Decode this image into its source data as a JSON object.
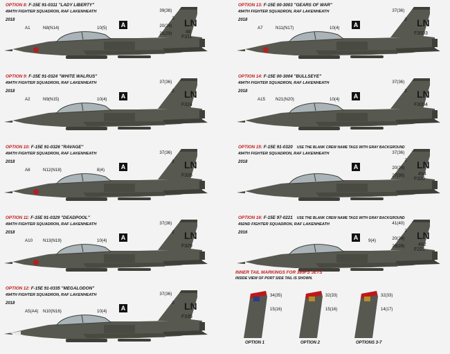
{
  "colors": {
    "jet_body": "#57584f",
    "jet_dark": "#3e3f38",
    "canopy": "#a9b3b8",
    "accent_red": "#c0181a",
    "background": "#f3f3f3"
  },
  "panels": [
    {
      "option": "OPTION 8:",
      "title": "F-15E  91-0311 \"LADY LIBERTY\"",
      "unit": "494TH FIGHTER SQUADRON,  RAF LAKENHEATH",
      "year": "2018",
      "nose_labels": [
        "A1",
        "N8(N14)"
      ],
      "fuel_label": "10(5)",
      "a_box": "A",
      "tail_labels": [
        "39(38)",
        "3",
        "20(24)",
        "21(23)"
      ],
      "tail_code": "LN",
      "tail_num_top": "48",
      "tail_num_bottom": "F311",
      "side_note": ""
    },
    {
      "option": "OPTION 9:",
      "title": "F-15E  91-0324 \"WHITE WALRUS\"",
      "unit": "494TH FIGHTER SQUADRON,  RAF LAKENHEATH",
      "year": "2018",
      "nose_labels": [
        "A2",
        "N9(N15)"
      ],
      "fuel_label": "10(4)",
      "a_box": "A",
      "tail_labels": [
        "37(36)",
        "2"
      ],
      "tail_code": "LN",
      "tail_num_top": "",
      "tail_num_bottom": "F324",
      "side_note": ""
    },
    {
      "option": "OPTION 10:",
      "title": "F-15E  91-0326 \"RAVAGE\"",
      "unit": "494TH FIGHTER SQUADRON,  RAF LAKENHEATH",
      "year": "2018",
      "nose_labels": [
        "A8",
        "N12(N18)"
      ],
      "fuel_label": "8(4)",
      "a_box": "A",
      "tail_labels": [
        "37(36)",
        "2"
      ],
      "tail_code": "LN",
      "tail_num_top": "",
      "tail_num_bottom": "F326",
      "side_note": ""
    },
    {
      "option": "OPTION 11:",
      "title": "F-15E  91-0329 \"DEADPOOL\"",
      "unit": "494TH FIGHTER SQUADRON,  RAF LAKENHEATH",
      "year": "2018",
      "nose_labels": [
        "A10",
        "N13(N19)"
      ],
      "fuel_label": "10(4)",
      "a_box": "A",
      "tail_labels": [
        "37(36)",
        "2"
      ],
      "tail_code": "LN",
      "tail_num_top": "",
      "tail_num_bottom": "F329",
      "side_note": ""
    },
    {
      "option": "OPTION 12:",
      "title": "F-15E  91-0335 \"MEGALODON\"",
      "unit": "494TH FIGHTER SQUADRON,  RAF LAKENHEATH",
      "year": "2018",
      "nose_labels": [
        "A5(A4)",
        "N10(N16)"
      ],
      "fuel_label": "10(4)",
      "a_box": "A",
      "tail_labels": [
        "37(36)",
        "2"
      ],
      "tail_code": "LN",
      "tail_num_top": "",
      "tail_num_bottom": "F335",
      "side_note": ""
    },
    {
      "option": "OPTION 13:",
      "title": "F-15E  00-3003 \"GEARS OF WAR\"",
      "unit": "494TH FIGHTER SQUADRON,  RAF LAKENHEATH",
      "year": "2018",
      "nose_labels": [
        "A7",
        "N11(N17)"
      ],
      "fuel_label": "10(4)",
      "a_box": "A",
      "tail_labels": [
        "37(36)",
        "2"
      ],
      "tail_code": "LN",
      "tail_num_top": "",
      "tail_num_bottom": "F3003",
      "side_note": ""
    },
    {
      "option": "OPTION 14:",
      "title": "F-15E  00-3004 \"BULLSEYE\"",
      "unit": "494TH FIGHTER SQUADRON,  RAF LAKENHEATH",
      "year": "2018",
      "nose_labels": [
        "A15",
        "N21(N20)"
      ],
      "fuel_label": "10(4)",
      "a_box": "A",
      "tail_labels": [
        "37(36)",
        "2"
      ],
      "tail_code": "LN",
      "tail_num_top": "",
      "tail_num_bottom": "F3004",
      "side_note": ""
    },
    {
      "option": "OPTION 15:",
      "title": "F-15E  91-0320",
      "unit": "494TH FIGHTER SQUADRON,  RAF LAKENHEATH",
      "year": "2018",
      "nose_labels": [],
      "fuel_label": "",
      "a_box": "A",
      "tail_labels": [
        "37(36)",
        "2",
        "20(24)",
        "27(30)"
      ],
      "tail_code": "LN",
      "tail_num_top": "494",
      "tail_num_bottom": "F320",
      "side_note": "USE THE BLANK CREW NAME TAGS WITH GRAY BACKGROUND"
    },
    {
      "option": "OPTION 16:",
      "title": "F-15E  97-0221",
      "unit": "492ND FIGHTER SQUADRON,  RAF LAKENHEATH",
      "year": "2016",
      "nose_labels": [],
      "fuel_label": "9(4)",
      "a_box": "A",
      "tail_labels": [
        "41(40)",
        "2",
        "20(24)",
        "28(29)"
      ],
      "tail_code": "LN",
      "tail_num_top": "492",
      "tail_num_bottom": "F221",
      "side_note": "USE THE BLANK CREW NAME TAGS WITH GRAY BACKGROUND"
    }
  ],
  "inner_tail": {
    "title": "INNER TAIL MARKINGS FOR 389FS JETS",
    "subtitle": "INSIDE VIEW OF PORT SIDE TAIL IS SHOWN.",
    "fins": [
      {
        "caption": "OPTION 1",
        "labels": [
          "34(35)",
          "15(16)"
        ]
      },
      {
        "caption": "OPTION 2",
        "labels": [
          "32(33)",
          "15(16)"
        ]
      },
      {
        "caption": "OPTIONS 3-7",
        "labels": [
          "32(33)",
          "14(17)"
        ]
      }
    ]
  }
}
